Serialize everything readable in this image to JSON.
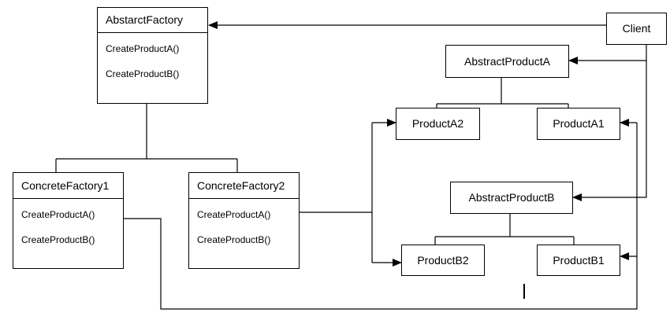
{
  "classes": {
    "abstract_factory": {
      "name": "AbstarctFactory",
      "ops": [
        "CreateProductA()",
        "CreateProductB()"
      ]
    },
    "concrete_factory_1": {
      "name": "ConcreteFactory1",
      "ops": [
        "CreateProductA()",
        "CreateProductB()"
      ]
    },
    "concrete_factory_2": {
      "name": "ConcreteFactory2",
      "ops": [
        "CreateProductA()",
        "CreateProductB()"
      ]
    },
    "client": {
      "name": "Client"
    },
    "abstract_product_a": {
      "name": "AbstractProductA"
    },
    "product_a2": {
      "name": "ProductA2"
    },
    "product_a1": {
      "name": "ProductA1"
    },
    "abstract_product_b": {
      "name": "AbstractProductB"
    },
    "product_b2": {
      "name": "ProductB2"
    },
    "product_b1": {
      "name": "ProductB1"
    }
  }
}
